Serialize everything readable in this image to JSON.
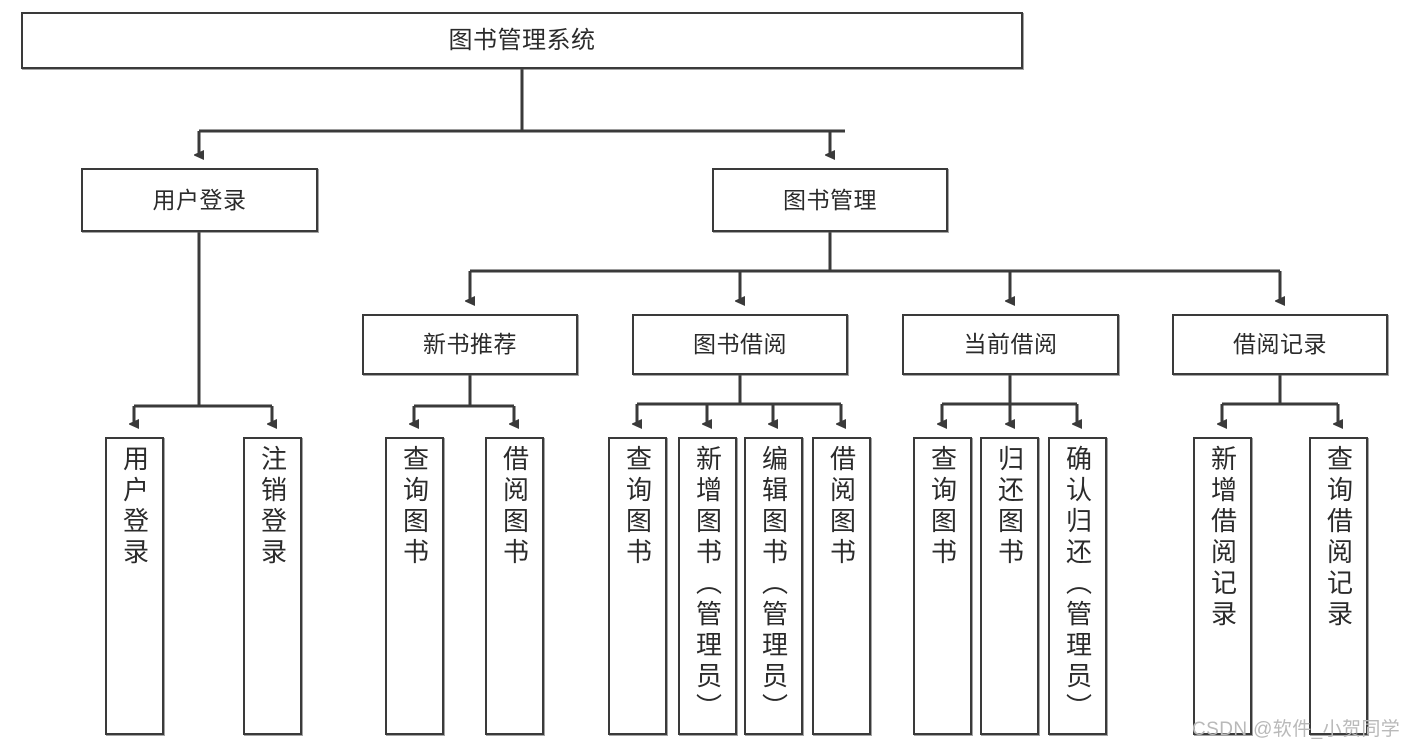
{
  "diagram": {
    "title_node": {
      "label": "图书管理系统"
    },
    "level2": [
      {
        "label": "用户登录"
      },
      {
        "label": "图书管理"
      }
    ],
    "level3": [
      {
        "label": "新书推荐"
      },
      {
        "label": "图书借阅"
      },
      {
        "label": "当前借阅"
      },
      {
        "label": "借阅记录"
      }
    ],
    "leaves": {
      "user_login": [
        {
          "label": "用户登录"
        },
        {
          "label": "注销登录"
        }
      ],
      "new_book_recommend": [
        {
          "label": "查询图书"
        },
        {
          "label": "借阅图书"
        }
      ],
      "book_borrow": [
        {
          "label": "查询图书"
        },
        {
          "label": "新增图书（管理员）"
        },
        {
          "label": "编辑图书（管理员）"
        },
        {
          "label": "借阅图书"
        }
      ],
      "current_borrow": [
        {
          "label": "查询图书"
        },
        {
          "label": "归还图书"
        },
        {
          "label": "确认归还（管理员）"
        }
      ],
      "borrow_record": [
        {
          "label": "新增借阅记录"
        },
        {
          "label": "查询借阅记录"
        }
      ]
    },
    "colors": {
      "stroke": "#3a3a3a",
      "background": "#ffffff",
      "text": "#2b2b2b",
      "watermark": "#b9b9b9"
    }
  },
  "watermark": {
    "text": "CSDN @软件_小贺同学"
  }
}
